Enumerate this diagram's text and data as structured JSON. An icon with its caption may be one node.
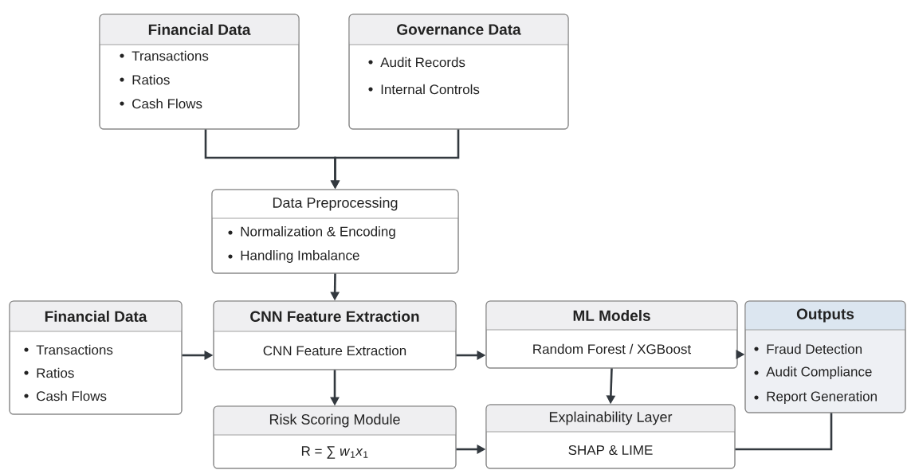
{
  "diagram": {
    "nodes": [
      {
        "text": [
          "Financial Data",
          "Transactions",
          "Ratios",
          "Cash Flows"
        ]
      },
      {
        "text": [
          "Governance Data",
          "Audit Records",
          "Internal Controls"
        ]
      },
      {
        "text": [
          "Data Preprocessing",
          "Normalization & Encoding",
          "Handling Imbalance"
        ]
      },
      {
        "text": [
          "Financial Data",
          "Transactions",
          "Ratios",
          "Cash Flows"
        ]
      },
      {
        "text": [
          "CNN Feature Extraction",
          "CNN Feature Extraction"
        ]
      },
      {
        "text": [
          "ML Models",
          "Random Forest / XGBoost"
        ]
      },
      {
        "text": [
          "Outputs",
          "Fraud Detection",
          "Audit Compliance",
          "Report Generation"
        ]
      },
      {
        "text": [
          "Risk Scoring Module",
          "R = ∑ *w*$_{1}$*x*$_{1}$"
        ]
      },
      {
        "text": [
          "Explainability Layer",
          "SHAP & LIME"
        ]
      }
    ],
    "edges": [
      {
        "from": 0,
        "to": 2,
        "arrow": "to"
      },
      {
        "from": 1,
        "to": 2,
        "arrow": "to"
      },
      {
        "from": 2,
        "to": 4,
        "arrow": "to"
      },
      {
        "from": 3,
        "to": 4,
        "arrow": "to"
      },
      {
        "from": 4,
        "to": 5,
        "arrow": "to"
      },
      {
        "from": 4,
        "to": 7,
        "arrow": "to"
      },
      {
        "from": 5,
        "to": 6,
        "arrow": "to"
      },
      {
        "from": 5,
        "to": 8,
        "arrow": "to"
      },
      {
        "from": 7,
        "to": 8,
        "arrow": "to"
      },
      {
        "from": 8,
        "to": 6,
        "arrow": "none"
      }
    ]
  }
}
